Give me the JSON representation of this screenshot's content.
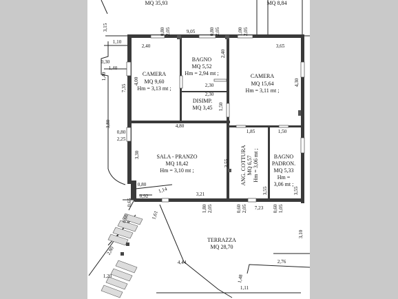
{
  "plan": {
    "top_left_area": "MQ 35,93",
    "top_right_area": "MQ 8,84",
    "rooms": {
      "camera_left": {
        "name": "CAMERA",
        "area": "MQ 9,60",
        "height": "Hm = 3,13 mt ;"
      },
      "bagno": {
        "name": "BAGNO",
        "area": "MQ 5,52",
        "height": "Hm = 2,94 mt ;"
      },
      "camera_right": {
        "name": "CAMERA",
        "area": "MQ 15,64",
        "height": "Hm = 3,11 mt ;"
      },
      "disimp": {
        "name": "DISIMP.",
        "area": "MQ 3,45"
      },
      "sala": {
        "name": "SALA - PRANZO",
        "area": "MQ 18,42",
        "height": "Hm = 3,10 mt ;"
      },
      "angolo": {
        "name": "ANG. COTTURA",
        "area": "MQ 6,57",
        "height": "Hm = 3,06 mt ;"
      },
      "bagno_padron": {
        "name": "BAGNO",
        "name2": "PADRON.",
        "area": "MQ 5,33",
        "hm": "Hm =",
        "height": "3,06 mt ;"
      },
      "terrazza": {
        "name": "TERRAZZA",
        "area": "MQ 28,70"
      }
    },
    "dims": {
      "d315": "3,15",
      "d110": "1,10",
      "d030": "0,30",
      "d140a": "1,40",
      "d140b": "1,40",
      "d735": "7,35",
      "d380": "3,80",
      "d080a": "0,80",
      "d225": "2,25",
      "d080top": "0,80",
      "d205top": "2,05",
      "d905": "9,05",
      "d080b": "0,80",
      "d205b": "2,05",
      "d100": "1,00",
      "d205c": "2,05",
      "d240a": "2,40",
      "d400": "4,00",
      "d240b": "2,40",
      "d365": "3,65",
      "d230a": "2,30",
      "d230b": "2,30",
      "d150a": "1,50",
      "d430": "4,30",
      "d480": "4,80",
      "d185": "1,85",
      "d150b": "1,50",
      "d330": "3,30",
      "d355a": "3,55",
      "d355b": "3,55",
      "d355c": "3,55",
      "d080c": "0,80",
      "d114": "1,14",
      "d321": "3,21",
      "d065": "0,65",
      "d092": "0,92",
      "d161": "1,61",
      "d066": "0,66",
      "d180": "1,80",
      "d205d": "2,05",
      "d060a": "0,60",
      "d205e": "2,05",
      "d723": "7,23",
      "d060b": "0,60",
      "d105": "1,05",
      "d280": "2,80",
      "d310": "3,10",
      "d276": "2,76",
      "d444": "4,44",
      "d120": "1,20",
      "d111": "1,11",
      "d148": "1,48"
    }
  }
}
